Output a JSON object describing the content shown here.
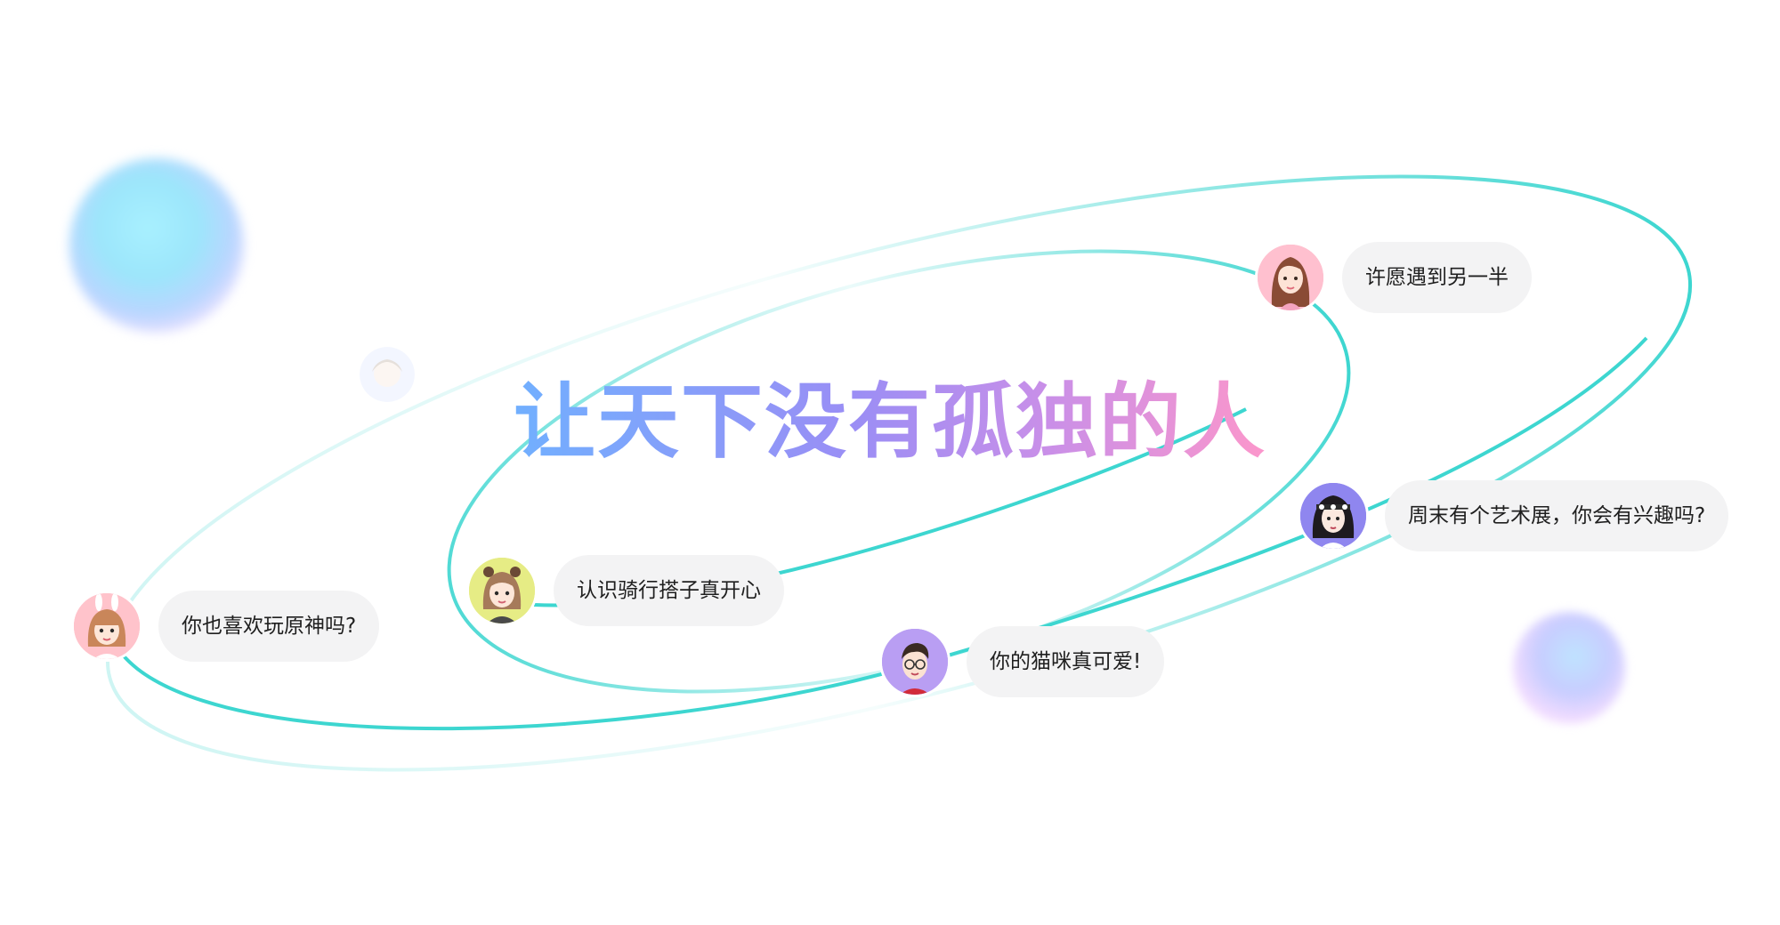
{
  "headline": "让天下没有孤独的人",
  "messages": [
    {
      "avatar": "woman-long-hair-avatar",
      "text": "许愿遇到另一半"
    },
    {
      "avatar": "man-headband-avatar",
      "text": "周末有个艺术展，你会有兴趣吗?"
    },
    {
      "avatar": "girl-bear-ears-avatar",
      "text": "认识骑行搭子真开心"
    },
    {
      "avatar": "girl-bunny-ears-avatar",
      "text": "你也喜欢玩原神吗?"
    },
    {
      "avatar": "boy-glasses-avatar",
      "text": "你的猫咪真可爱!"
    }
  ],
  "colors": {
    "orbit": "#3dd6d0",
    "bubble": "#f3f3f4",
    "headline_start": "#6fb1ff",
    "headline_end": "#ff97c9"
  }
}
